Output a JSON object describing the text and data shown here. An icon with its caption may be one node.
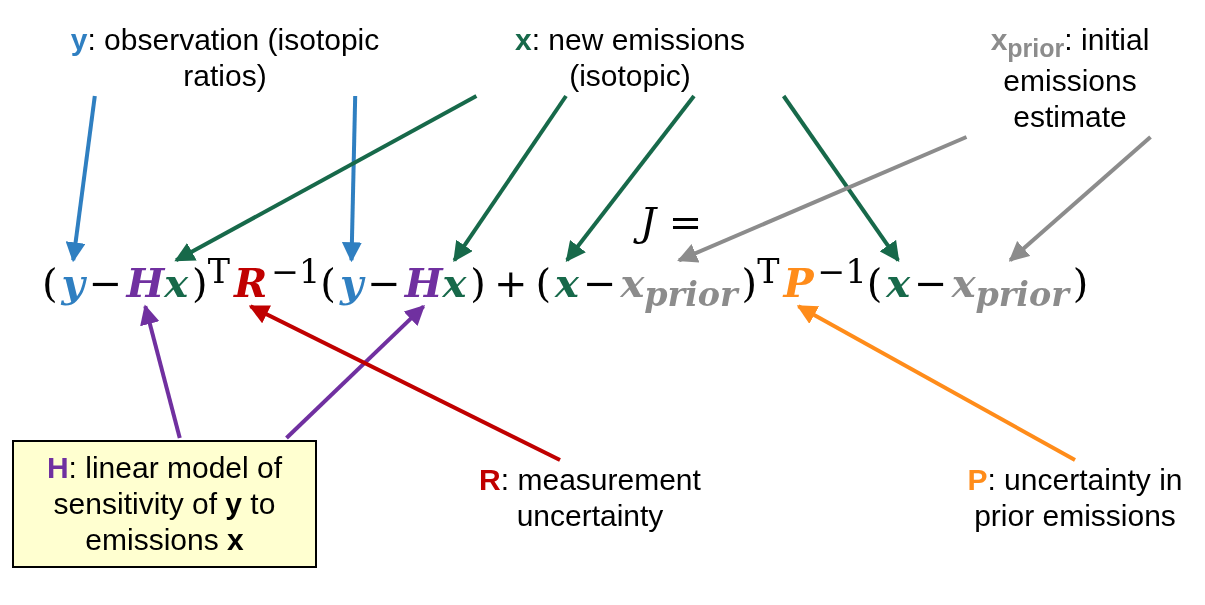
{
  "diagram": {
    "nodes": [
      {
        "text": [
          "**y**: observation (isotopic ratios)"
        ]
      },
      {
        "text": [
          "**x**: new emissions (isotopic)"
        ]
      },
      {
        "text": [
          "**x**$_{prior}$: initial emissions estimate"
        ]
      },
      {
        "text": [
          "**H**: linear model of sensitivity of **y** to emissions **x**"
        ]
      },
      {
        "text": [
          "**R**: measurement uncertainty"
        ]
      },
      {
        "text": [
          "**P**: uncertainty in prior emissions"
        ]
      },
      {
        "text": [
          "y"
        ]
      },
      {
        "text": [
          "H"
        ]
      },
      {
        "text": [
          "x"
        ]
      },
      {
        "text": [
          "R"
        ]
      },
      {
        "text": [
          "y"
        ]
      },
      {
        "text": [
          "H"
        ]
      },
      {
        "text": [
          "x"
        ]
      },
      {
        "text": [
          "x"
        ]
      },
      {
        "text": [
          "x$_{prior}$"
        ]
      },
      {
        "text": [
          "P"
        ]
      },
      {
        "text": [
          "x"
        ]
      },
      {
        "text": [
          "x$_{prior}$"
        ]
      }
    ],
    "edges": [
      {
        "from": 0,
        "to": 6,
        "arrow": "to",
        "color": "#2f7fc1"
      },
      {
        "from": 0,
        "to": 10,
        "arrow": "to",
        "color": "#2f7fc1"
      },
      {
        "from": 1,
        "to": 8,
        "arrow": "to"
      },
      {
        "from": 1,
        "to": 12,
        "arrow": "to"
      },
      {
        "from": 1,
        "to": 13,
        "arrow": "to"
      },
      {
        "from": 1,
        "to": 16,
        "arrow": "to"
      },
      {
        "from": 2,
        "to": 14,
        "arrow": "to",
        "color": "#8c8c8c"
      },
      {
        "from": 2,
        "to": 17,
        "arrow": "to",
        "color": "#8c8c8c"
      },
      {
        "from": 3,
        "to": 7,
        "arrow": "to",
        "color": "#7030a0"
      },
      {
        "from": 3,
        "to": 11,
        "arrow": "to",
        "color": "#7030a0"
      },
      {
        "from": 4,
        "to": 9,
        "arrow": "to",
        "color": "#c00000"
      },
      {
        "from": 5,
        "to": 15,
        "arrow": "to",
        "color": "#ff8c1a"
      }
    ],
    "labels": [
      "*J* =",
      "(",
      "−",
      ")$^{T}$",
      "$^{−1}$(",
      "−",
      ")",
      "+",
      "(",
      "−",
      ")$^{T}$",
      "$^{−1}$(",
      "−",
      ")"
    ]
  }
}
